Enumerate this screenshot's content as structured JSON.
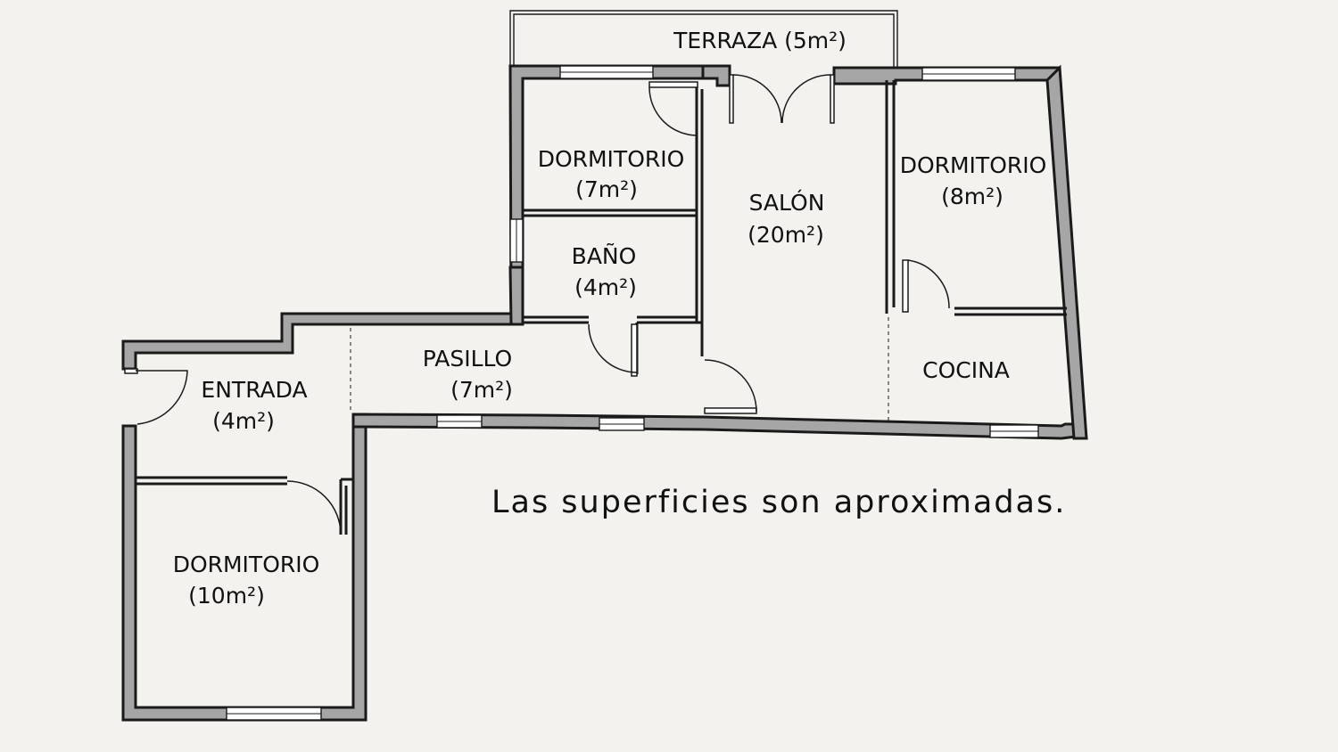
{
  "rooms": {
    "terraza": {
      "name": "TERRAZA (5m²)"
    },
    "dormitorio_small": {
      "name": "DORMITORIO",
      "area": "(7m²)"
    },
    "salon": {
      "name": "SALÓN",
      "area": "(20m²)"
    },
    "dormitorio_right": {
      "name": "DORMITORIO",
      "area": "(8m²)"
    },
    "bano": {
      "name": "BAÑO",
      "area": "(4m²)"
    },
    "pasillo": {
      "name": "PASILLO",
      "area": "(7m²)"
    },
    "cocina": {
      "name": "COCINA"
    },
    "entrada": {
      "name": "ENTRADA",
      "area": "(4m²)"
    },
    "dormitorio_big": {
      "name": "DORMITORIO",
      "area": "(10m²)"
    }
  },
  "note": "Las superficies son aproximadas.",
  "colors": {
    "wall_fill": "#a6a6a6",
    "line": "#1a1a1a",
    "paper": "#f3f2ee"
  }
}
